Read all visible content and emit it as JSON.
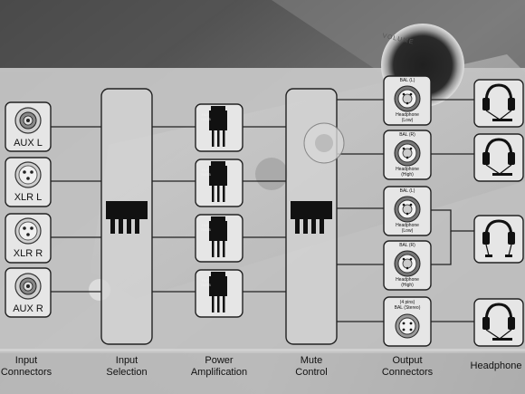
{
  "panel_text": {
    "volume": "VOLUME"
  },
  "input_connectors": [
    {
      "label": "AUX L",
      "type": "rca"
    },
    {
      "label": "XLR L",
      "type": "xlr"
    },
    {
      "label": "XLR R",
      "type": "xlr"
    },
    {
      "label": "AUX R",
      "type": "rca"
    }
  ],
  "transistors": [
    {
      "line1": "HUF",
      "line2": "76633"
    },
    {
      "line1": "HUF",
      "line2": "76633"
    },
    {
      "line1": "HUF",
      "line2": "76633"
    },
    {
      "line1": "HUF",
      "line2": "76633"
    }
  ],
  "output_connectors": [
    {
      "top": "BAL (L)",
      "bottom1": "Headphone",
      "bottom2": "(Low)"
    },
    {
      "top": "BAL (R)",
      "bottom1": "Headphone",
      "bottom2": "(High)"
    },
    {
      "top": "BAL (L)",
      "bottom1": "Headphone",
      "bottom2": "(Low)"
    },
    {
      "top": "BAL (R)",
      "bottom1": "Headphone",
      "bottom2": "(High)"
    },
    {
      "top": "(4 pins)",
      "top2": "BAL (Stereo)",
      "bottom1": "",
      "bottom2": ""
    }
  ],
  "captions": {
    "input_connectors": [
      "Input",
      "Connectors"
    ],
    "input_selection": [
      "Input",
      "Selection"
    ],
    "power_amplification": [
      "Power",
      "Amplification"
    ],
    "mute_control": [
      "Mute",
      "Control"
    ],
    "output_connectors": [
      "Output",
      "Connectors"
    ],
    "headphone": [
      "Headphone"
    ]
  },
  "icons": [
    "rca-jack-icon",
    "xlr-jack-icon",
    "transistor-icon",
    "relay-icon",
    "headphones-icon"
  ]
}
